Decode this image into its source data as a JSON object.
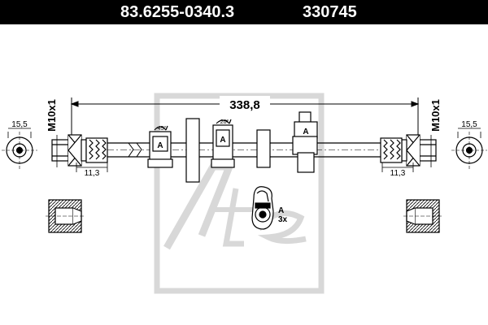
{
  "header": {
    "part_number": "83.6255-0340.3",
    "reference": "330745"
  },
  "dimensions": {
    "overall_length": "338,8",
    "thread_left": "M10x1",
    "thread_right": "M10x1",
    "across_flats_left": "15,5",
    "across_flats_right": "15,5",
    "fitting_length_left": "11,3",
    "fitting_length_right": "11,3"
  },
  "clips": {
    "angle_1": "45°",
    "angle_2": "20°",
    "label": "A"
  },
  "detail": {
    "label": "A",
    "quantity": "3x"
  },
  "watermark": {
    "brand": "Ate"
  },
  "colors": {
    "ink": "#000000",
    "background": "#ffffff",
    "watermark": "#d8d8d8"
  }
}
